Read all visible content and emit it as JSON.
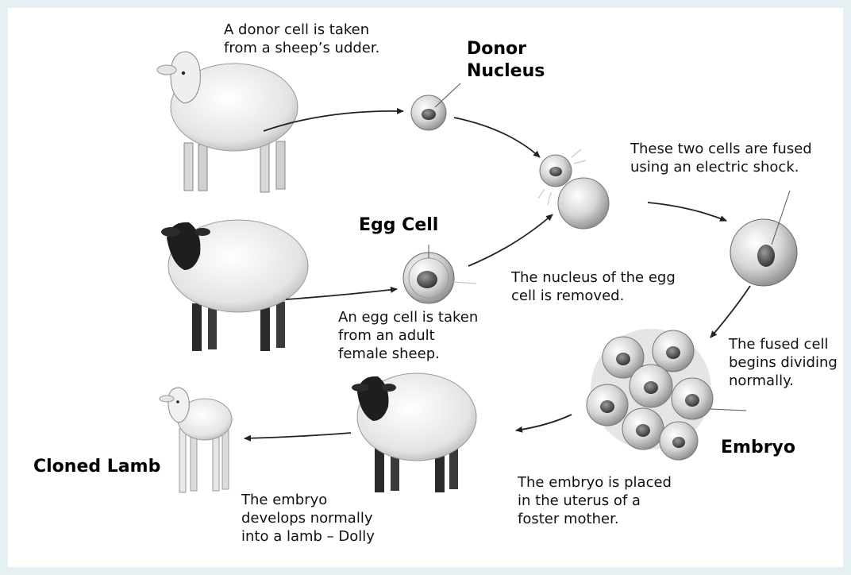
{
  "labels": {
    "donor_nucleus": "Donor\nNucleus",
    "egg_cell": "Egg Cell",
    "embryo": "Embryo",
    "cloned_lamb": "Cloned Lamb"
  },
  "captions": {
    "donor_cell": "A donor cell is taken\nfrom a sheep’s udder.",
    "fused": "These two cells are fused\nusing an electric shock.",
    "nucleus_removed": "The nucleus of the egg\ncell is removed.",
    "egg_taken": "An egg cell is taken\nfrom an adult\nfemale sheep.",
    "dividing": "The fused cell\nbegins dividing\nnormally.",
    "embryo_placed": "The embryo is placed\nin the uterus of a\nfoster mother.",
    "develops": "The embryo\ndevelops normally\ninto a lamb – Dolly"
  },
  "colors": {
    "background": "#e6eff2",
    "panel": "#ffffff",
    "text": "#111111",
    "cell_fill": "#d8d8d8",
    "nucleus_fill": "#555555",
    "arrow": "#222222"
  }
}
